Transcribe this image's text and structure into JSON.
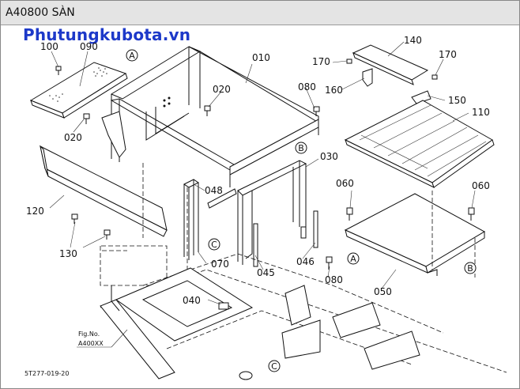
{
  "header": {
    "title": "A40800 SÀN"
  },
  "watermark": "Phutungkubota.vn",
  "parts": {
    "p010": "010",
    "p020a": "020",
    "p020b": "020",
    "p030": "030",
    "p040": "040",
    "p045": "045",
    "p046": "046",
    "p048": "048",
    "p050": "050",
    "p060a": "060",
    "p060b": "060",
    "p070": "070",
    "p080a": "080",
    "p080b": "080",
    "p090": "090",
    "p100": "100",
    "p110": "110",
    "p120": "120",
    "p130": "130",
    "p140": "140",
    "p150": "150",
    "p160": "160",
    "p170a": "170",
    "p170b": "170"
  },
  "refs": {
    "A1": "A",
    "A2": "A",
    "B1": "B",
    "B2": "B",
    "C1": "C",
    "C2": "C"
  },
  "figref": {
    "line1": "Fig.No.",
    "line2": "A400XX"
  },
  "drawing_code": "5T277-019-20"
}
